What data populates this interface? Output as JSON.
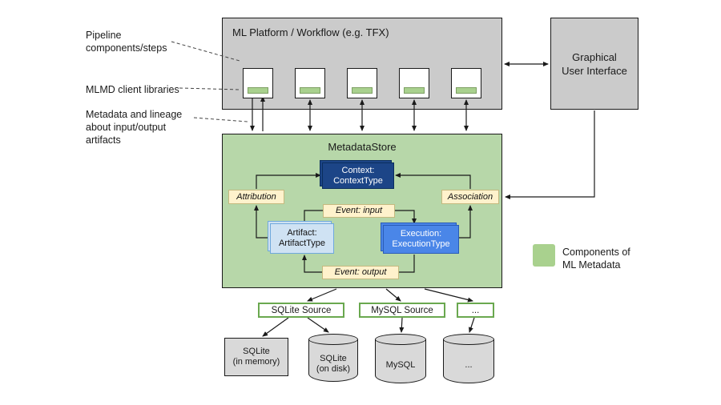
{
  "colors": {
    "box_gray": "#cbcbcb",
    "store_green": "#b7d7a9",
    "client_library_green": "#a9d18e",
    "context_blue": "#1c4587",
    "execution_blue": "#4a86e8",
    "artifact_blue": "#cfe2f3",
    "event_cream": "#fff2cc",
    "source_border_green": "#6aa84f",
    "database_gray": "#d9d9d9"
  },
  "annotations": {
    "pipeline": "Pipeline\ncomponents/steps",
    "client_libs": "MLMD client libraries",
    "metadata_lineage": "Metadata and lineage\nabout input/output\nartifacts"
  },
  "platform": {
    "title": "ML Platform / Workflow (e.g. TFX)"
  },
  "gui": {
    "title": "Graphical\nUser Interface"
  },
  "store": {
    "title": "MetadataStore",
    "context": "Context:\nContextType",
    "attribution": "Attribution",
    "association": "Association",
    "event_input": "Event: input",
    "artifact": "Artifact:\nArtifactType",
    "execution": "Execution:\nExecutionType",
    "event_output": "Event: output"
  },
  "sources": {
    "sqlite": "SQLite Source",
    "mysql": "MySQL Source",
    "more": "..."
  },
  "databases": {
    "sqlite_memory": "SQLite\n(in memory)",
    "sqlite_disk": "SQLite\n(on disk)",
    "mysql": "MySQL",
    "more": "..."
  },
  "legend": {
    "label": "Components of\nML Metadata"
  }
}
